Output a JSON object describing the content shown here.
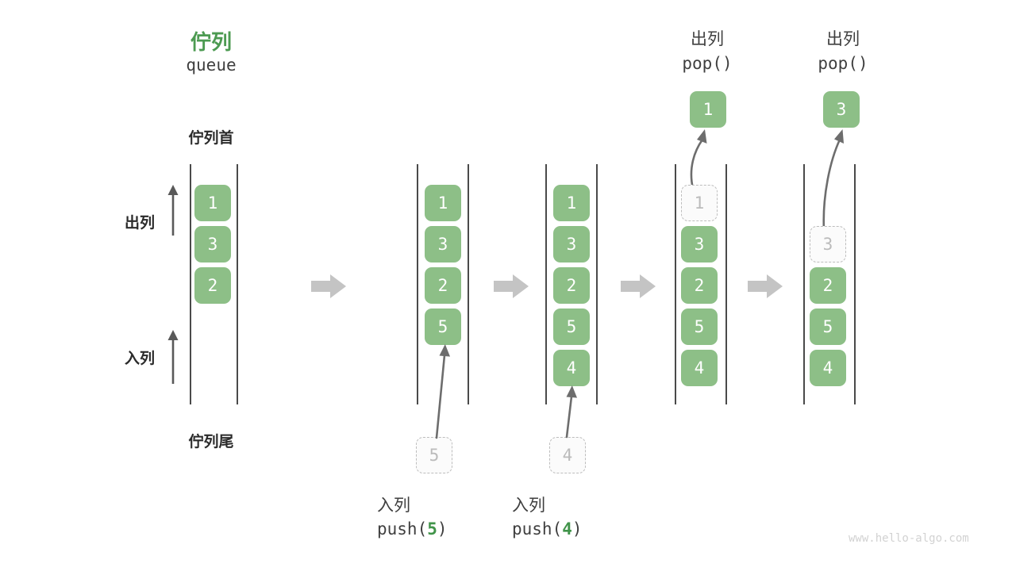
{
  "figure": {
    "title_cn": "佇列",
    "title_en": "queue",
    "head_label": "佇列首",
    "tail_label": "佇列尾",
    "dequeue_label": "出列",
    "enqueue_label": "入列",
    "watermark": "www.hello-algo.com",
    "colors": {
      "cell_fill": "#8dbf87",
      "cell_text": "#ffffff",
      "ghost_fill": "#fbfbfb",
      "ghost_border": "#bdbdbd",
      "ghost_text": "#bbbbbb",
      "title_green": "#4c9a51",
      "rail": "#4a4a4a",
      "step_arrow": "#c4c4c4",
      "motion_arrow": "#6d6d6d",
      "watermark": "#d2d2d2"
    }
  },
  "columns": [
    {
      "id": "state-initial",
      "cells": [
        {
          "value": "1",
          "ghost": false
        },
        {
          "value": "3",
          "ghost": false
        },
        {
          "value": "2",
          "ghost": false
        }
      ]
    },
    {
      "id": "state-after-push-5",
      "cells": [
        {
          "value": "1",
          "ghost": false
        },
        {
          "value": "3",
          "ghost": false
        },
        {
          "value": "2",
          "ghost": false
        },
        {
          "value": "5",
          "ghost": false
        }
      ],
      "incoming": {
        "value": "5",
        "ghost": true
      },
      "caption_cn": "入列",
      "caption_code_prefix": "push(",
      "caption_code_num": "5",
      "caption_code_suffix": ")"
    },
    {
      "id": "state-after-push-4",
      "cells": [
        {
          "value": "1",
          "ghost": false
        },
        {
          "value": "3",
          "ghost": false
        },
        {
          "value": "2",
          "ghost": false
        },
        {
          "value": "5",
          "ghost": false
        },
        {
          "value": "4",
          "ghost": false
        }
      ],
      "incoming": {
        "value": "4",
        "ghost": true
      },
      "caption_cn": "入列",
      "caption_code_prefix": "push(",
      "caption_code_num": "4",
      "caption_code_suffix": ")"
    },
    {
      "id": "state-after-pop-1",
      "cells": [
        {
          "value": "1",
          "ghost": true
        },
        {
          "value": "3",
          "ghost": false
        },
        {
          "value": "2",
          "ghost": false
        },
        {
          "value": "5",
          "ghost": false
        },
        {
          "value": "4",
          "ghost": false
        }
      ],
      "popped": {
        "value": "1",
        "ghost": false
      },
      "header_cn": "出列",
      "header_code": "pop()"
    },
    {
      "id": "state-after-pop-3",
      "cells": [
        {
          "value": "",
          "ghost": false,
          "empty": true
        },
        {
          "value": "3",
          "ghost": true
        },
        {
          "value": "2",
          "ghost": false
        },
        {
          "value": "5",
          "ghost": false
        },
        {
          "value": "4",
          "ghost": false
        }
      ],
      "popped": {
        "value": "3",
        "ghost": false
      },
      "header_cn": "出列",
      "header_code": "pop()"
    }
  ]
}
